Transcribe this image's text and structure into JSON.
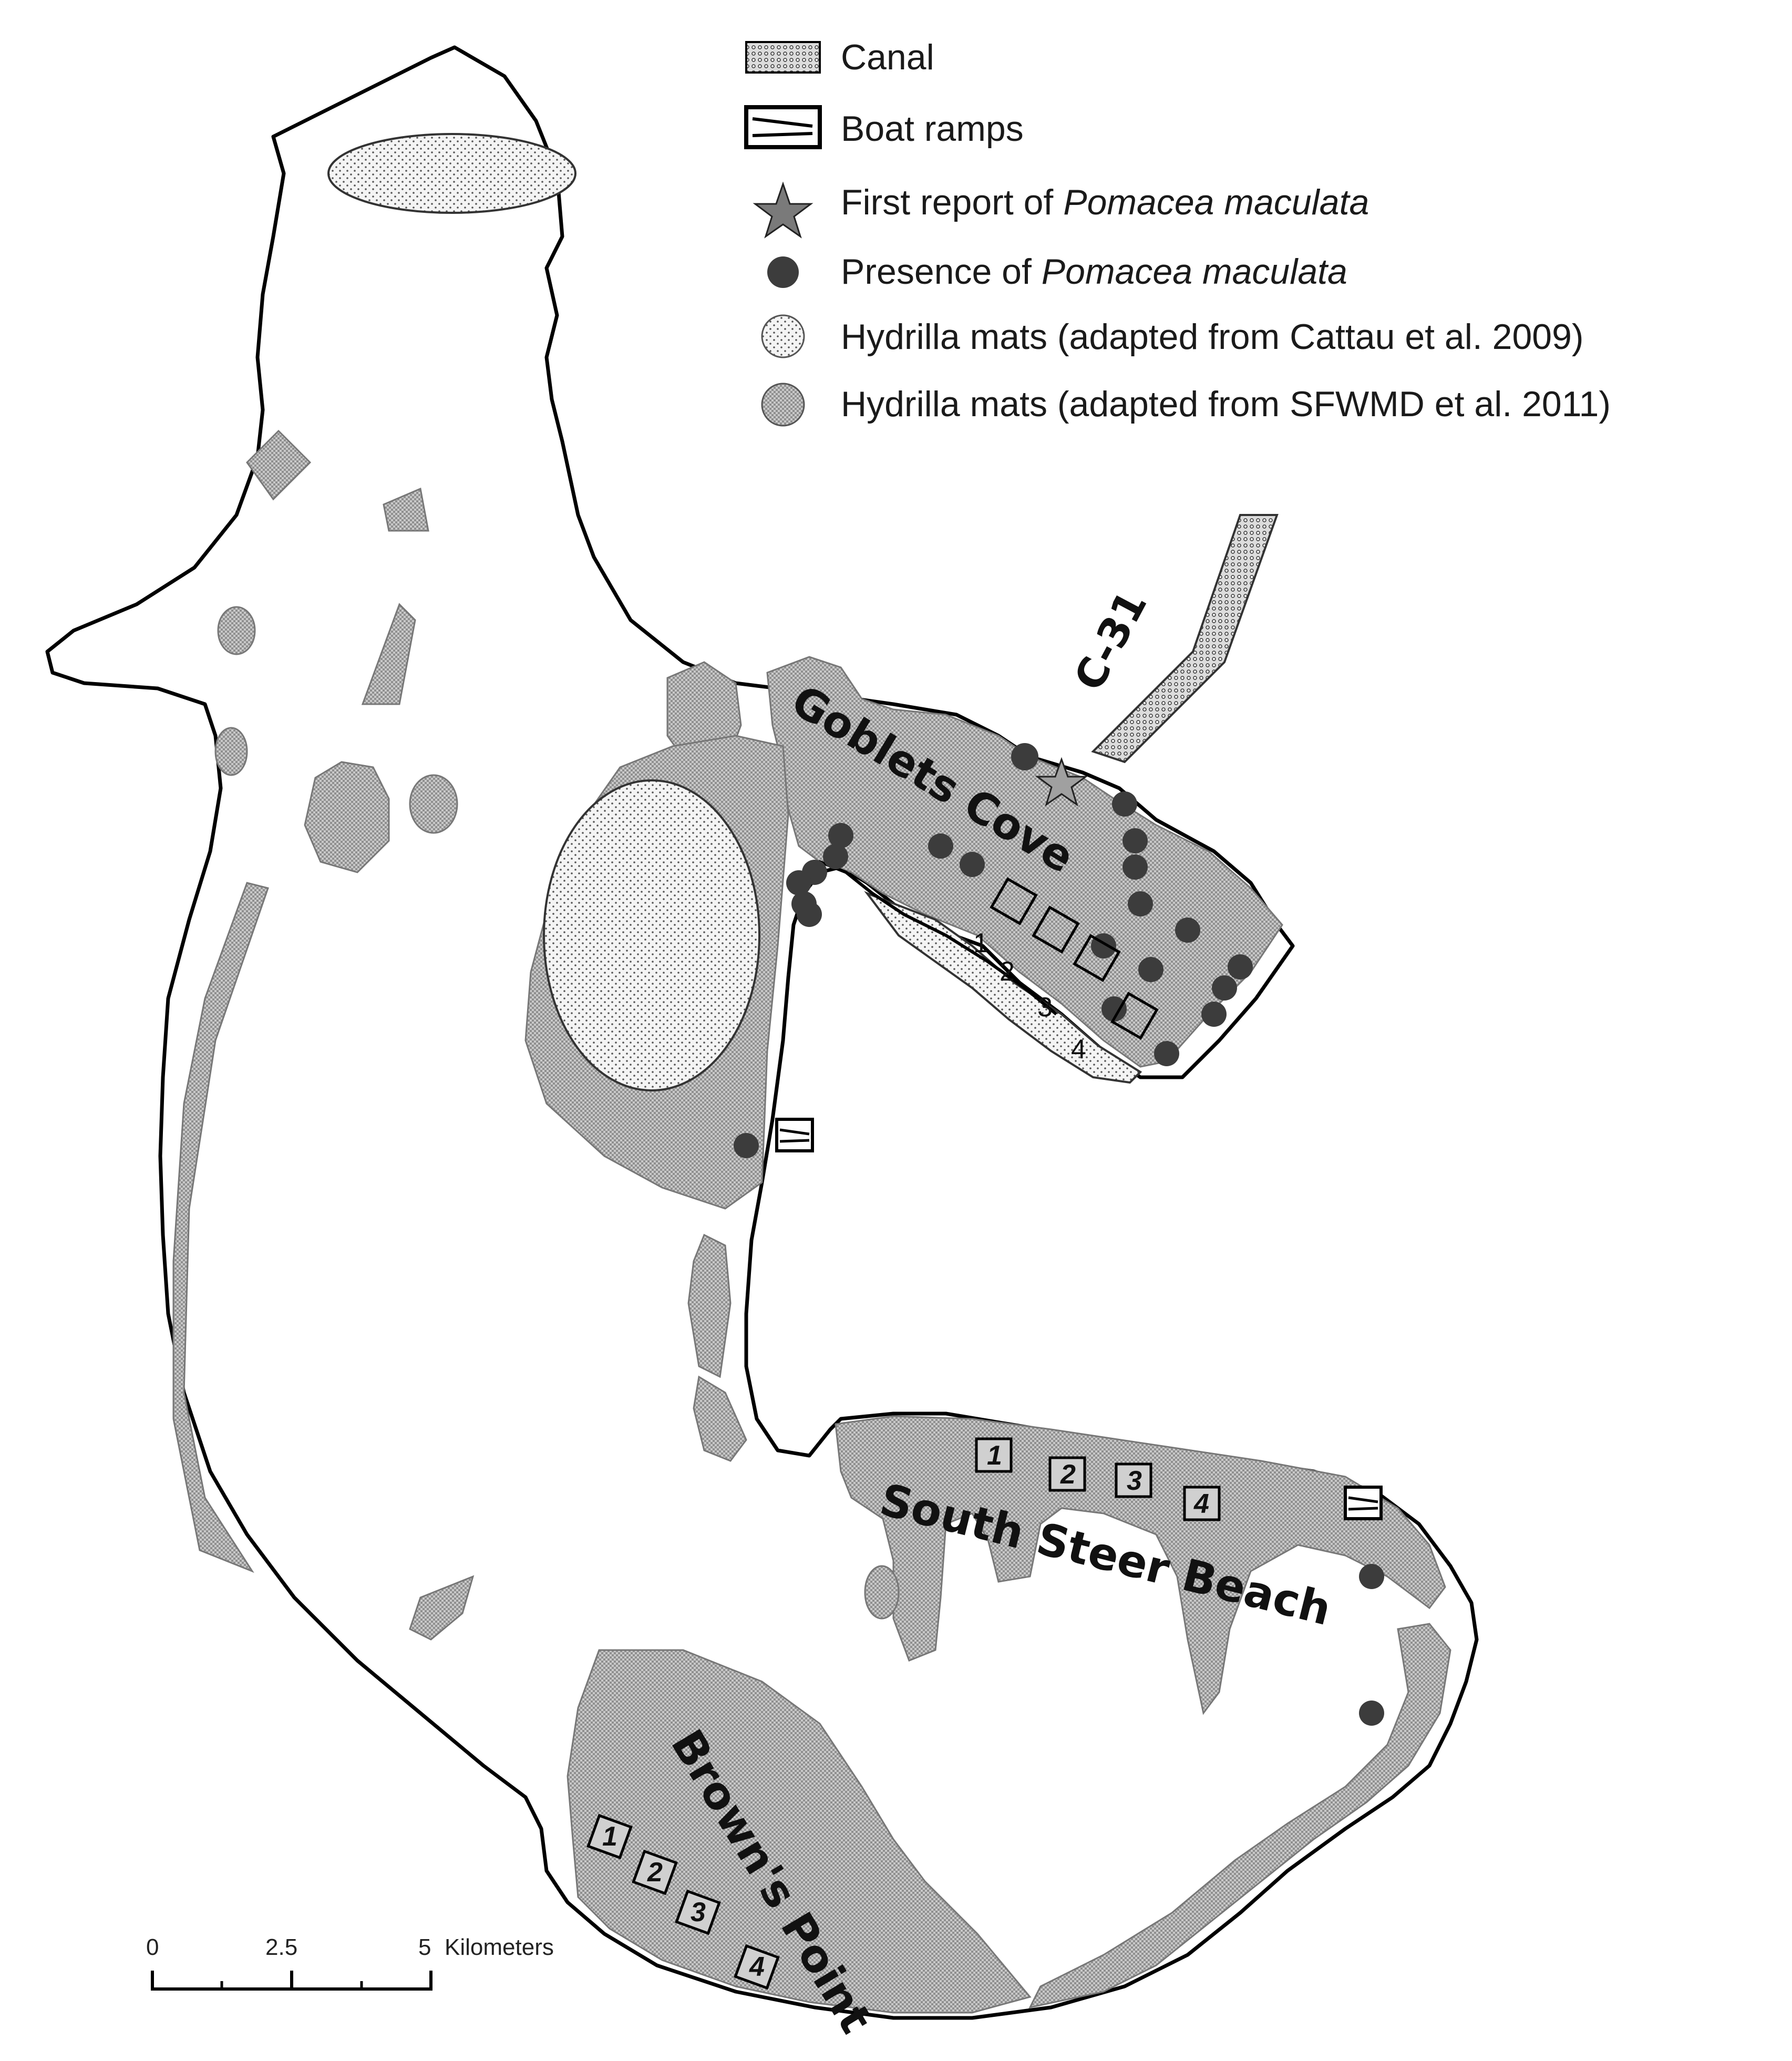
{
  "legend": {
    "canal": "Canal",
    "boat_ramps": "Boat ramps",
    "first_report_prefix": "First report of ",
    "first_report_species": "Pomacea maculata",
    "presence_prefix": "Presence of ",
    "presence_species": "Pomacea maculata",
    "hydrilla_cattau": "Hydrilla mats (adapted from Cattau et al. 2009)",
    "hydrilla_sfwmd": "Hydrilla mats (adapted from SFWMD et al. 2011)"
  },
  "places": {
    "goblets_cove": "Goblets Cove",
    "canal_name": "C-31",
    "south_steer_beach": "South Steer Beach",
    "browns_point": "Brown's Point"
  },
  "site_numbers": {
    "goblets": [
      "1",
      "2",
      "3",
      "4"
    ],
    "south_steer": [
      "1",
      "2",
      "3",
      "4"
    ],
    "browns": [
      "1",
      "2",
      "3",
      "4"
    ]
  },
  "scale_bar": {
    "tick_labels": [
      "0",
      "2.5",
      "5"
    ],
    "unit": "Kilometers"
  },
  "colors": {
    "lake_outline": "#000000",
    "hydrilla_fill": "#b4b4b4",
    "presence_dot": "#3c3c3c",
    "star": "#7a7a7a"
  }
}
